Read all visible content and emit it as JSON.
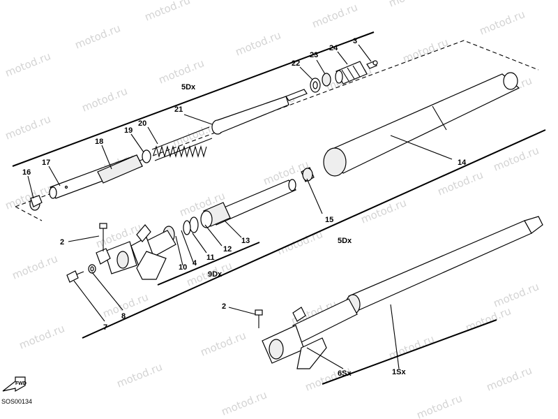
{
  "watermark": "motod.ru",
  "drawing_code": "SOS00134",
  "fwd_label": "FWD",
  "callouts": {
    "p2a": "2",
    "p2b": "2",
    "p3": "3",
    "p4": "4",
    "p6sx": "6Sx",
    "p7": "7",
    "p8": "8",
    "p9dx": "9Dx",
    "p10": "10",
    "p11": "11",
    "p12": "12",
    "p13": "13",
    "p14": "14",
    "p15": "15",
    "p16": "16",
    "p17": "17",
    "p18": "18",
    "p19": "19",
    "p20": "20",
    "p21": "21",
    "p22": "22",
    "p23": "23",
    "p24": "24",
    "p5dx_top": "5Dx",
    "p5dx_mid": "5Dx",
    "p1sx": "1Sx"
  }
}
